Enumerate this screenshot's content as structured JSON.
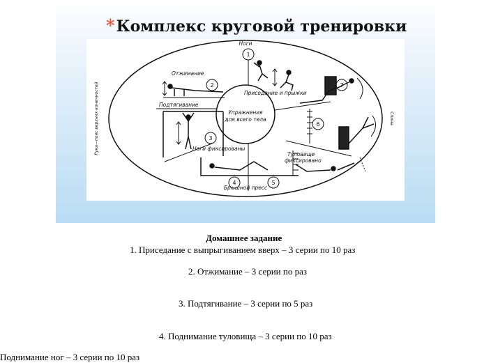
{
  "slide": {
    "title": "Комплекс круговой тренировки",
    "bullet": "*"
  },
  "diagram": {
    "center_label_line1": "Упражнения",
    "center_label_line2": "для всего тела",
    "labels": {
      "legs": "Ноги",
      "pushups": "Отжимание",
      "squats_jumps": "Приседание и прыжки",
      "pullups": "Подтягивание",
      "legs_fixed": "Ноги фиксированы",
      "torso_fixed_1": "Туловище",
      "torso_fixed_2": "фиксировано",
      "abs": "Брюшной пресс",
      "back": "Спина",
      "arms_shoulder": "Рука—пояс верхних конечностей"
    },
    "station_numbers": [
      "1",
      "2",
      "3",
      "4",
      "5",
      "6",
      "7"
    ]
  },
  "homework": {
    "title": "Домашнее задание",
    "items": [
      "1.  Приседание с выпрыгиванием вверх – 3 серии по 10 раз",
      "2.  Отжимание – 3 серии по раз",
      "3.  Подтягивание – 3 серии по 5 раз",
      "4.  Поднимание туловища – 3 серии по 10 раз",
      "Поднимание ног – 3 серии по 10 раз"
    ]
  }
}
